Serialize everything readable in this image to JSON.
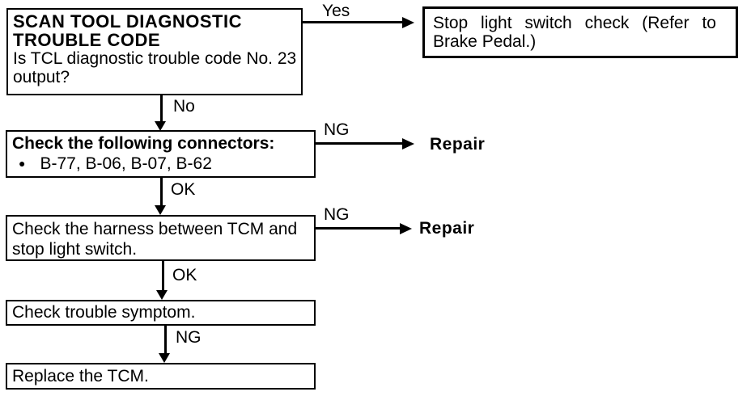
{
  "flowchart": {
    "step_scan_tool": {
      "heading": "SCAN TOOL DIAGNOSTIC\nTROUBLE CODE",
      "question": "Is TCL diagnostic trouble code No. 23\noutput?"
    },
    "result_stop_light": {
      "line1": "Stop light switch check (Refer to",
      "line2": "Brake Pedal.)"
    },
    "step_connectors": {
      "heading": "Check the following connectors:",
      "bullet_char": "●",
      "bullet_text": "B-77, B-06, B-07, B-62"
    },
    "step_harness": {
      "text": "Check the harness between TCM and\nstop light switch."
    },
    "step_symptom": {
      "text": "Check trouble symptom."
    },
    "step_replace": {
      "text": "Replace the TCM."
    },
    "connectors": {
      "yes": "Yes",
      "no": "No",
      "ng1": "NG",
      "ok1": "OK",
      "ng2": "NG",
      "ok2": "OK",
      "ng3": "NG"
    },
    "terminals": {
      "repair1": "Repair",
      "repair2": "Repair"
    },
    "colors": {
      "ink": "#000000",
      "paper": "#ffffff"
    }
  }
}
